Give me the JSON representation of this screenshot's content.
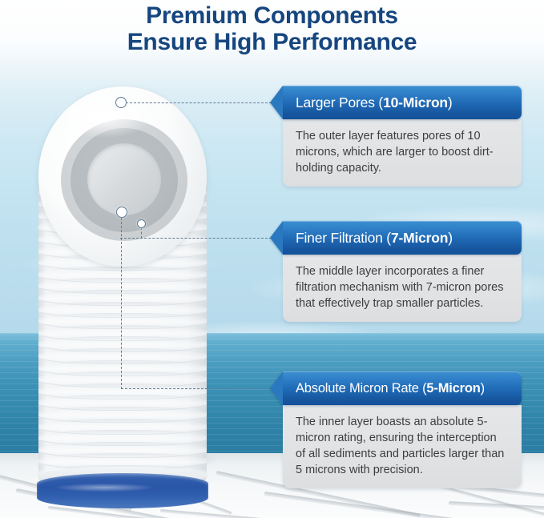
{
  "title": {
    "line1": "Premium Components",
    "line2": "Ensure High Performance",
    "color": "#16467f"
  },
  "theme": {
    "header_blue_light": "#3c8fd2",
    "header_blue_dark": "#14519a",
    "body_gray": "#e0e2e4",
    "body_text": "#3d3d3d",
    "leader_line": "#5f7b95",
    "band_blue": "#2a56a8"
  },
  "product": {
    "name": "sediment-filter-cartridge",
    "layers": [
      {
        "name": "outer-ring",
        "color": "#cdd1d3"
      },
      {
        "name": "middle-ring",
        "color": "#b5bbbe"
      },
      {
        "name": "inner-core",
        "color": "#c8ccce"
      }
    ]
  },
  "callouts": [
    {
      "id": "larger-pores",
      "title_main": "Larger Pores (",
      "title_bold": "10-Micron",
      "title_end": ")",
      "body": "The outer layer features pores of 10 microns, which are larger to boost dirt-holding capacity."
    },
    {
      "id": "finer-filtration",
      "title_main": "Finer Filtration (",
      "title_bold": "7-Micron",
      "title_end": ")",
      "body": "The middle layer incorporates a finer filtration mechanism with 7-micron pores that effectively trap smaller particles."
    },
    {
      "id": "absolute-micron-rate",
      "title_main": "Absolute Micron Rate (",
      "title_bold": "5-Micron",
      "title_end": ")",
      "body": "The inner layer boasts an absolute 5-micron rating, ensuring the interception of all sediments and particles larger than 5 microns with precision."
    }
  ]
}
